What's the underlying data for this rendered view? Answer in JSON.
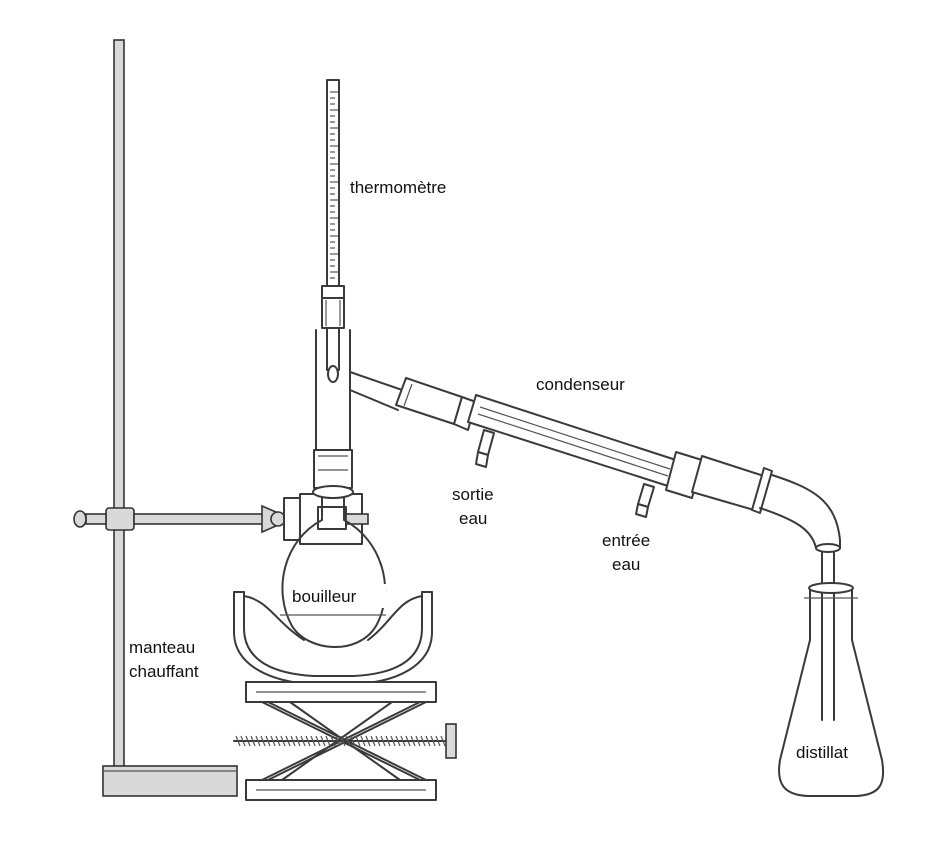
{
  "labels": {
    "thermometer": "thermomètre",
    "condenser": "condenseur",
    "water_out_1": "sortie",
    "water_out_2": "eau",
    "water_in_1": "entrée",
    "water_in_2": "eau",
    "boiler": "bouilleur",
    "mantle_1": "manteau",
    "mantle_2": "chauffant",
    "distillate": "distillat"
  }
}
